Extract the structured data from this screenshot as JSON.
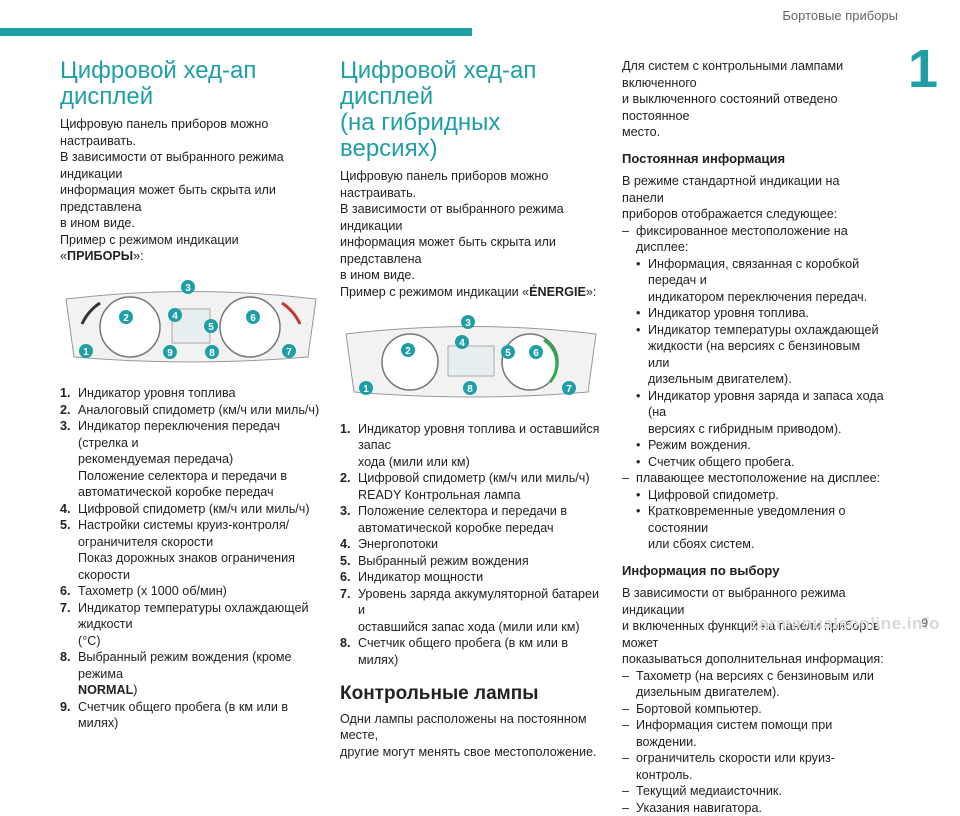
{
  "header": {
    "section_title": "Бортовые приборы",
    "chapter_number": "1",
    "page_number": "9"
  },
  "col1": {
    "title": "Цифровой хед-ап дисплей",
    "intro": [
      "Цифровую панель приборов можно настраивать.",
      "В зависимости от выбранного режима индикации",
      "информация может быть скрыта или представлена",
      "в ином виде."
    ],
    "example_prefix": "Пример с режимом индикации «",
    "example_mode": "ПРИБОРЫ",
    "example_suffix": "»:",
    "callouts": [
      "1",
      "2",
      "3",
      "4",
      "5",
      "6",
      "7",
      "8",
      "9"
    ],
    "items": [
      {
        "n": "1.",
        "lines": [
          "Индикатор уровня топлива"
        ]
      },
      {
        "n": "2.",
        "lines": [
          "Аналоговый спидометр (км/ч или миль/ч)"
        ]
      },
      {
        "n": "3.",
        "lines": [
          "Индикатор переключения передач (стрелка и",
          "рекомендуемая передача)",
          "Положение селектора и передачи в",
          "автоматической коробке передач"
        ]
      },
      {
        "n": "4.",
        "lines": [
          "Цифровой спидометр (км/ч или миль/ч)"
        ]
      },
      {
        "n": "5.",
        "lines": [
          "Настройки системы круиз-контроля/",
          "ограничителя скорости",
          "Показ дорожных знаков ограничения скорости"
        ]
      },
      {
        "n": "6.",
        "lines": [
          "Тахометр (x 1000 об/мин)"
        ]
      },
      {
        "n": "7.",
        "lines": [
          "Индикатор температуры охлаждающей жидкости",
          "(°C)"
        ]
      },
      {
        "n": "8.",
        "lines": [
          "Выбранный режим вождения (кроме режима"
        ]
      },
      {
        "n": "9.",
        "lines": [
          "Счетчик общего пробега (в км или в милях)"
        ]
      }
    ],
    "item8_bold": "NORMAL",
    "item8_tail": ")"
  },
  "col2": {
    "title_line1": "Цифровой хед-ап дисплей",
    "title_line2": "(на гибридных версиях)",
    "intro": [
      "Цифровую панель приборов можно настраивать.",
      "В зависимости от выбранного режима индикации",
      "информация может быть скрыта или представлена",
      "в ином виде."
    ],
    "example_prefix": "Пример с режимом индикации «",
    "example_mode": "ÉNERGIE",
    "example_suffix": "»:",
    "callouts": [
      "1",
      "2",
      "3",
      "4",
      "5",
      "6",
      "7",
      "8"
    ],
    "items": [
      {
        "n": "1.",
        "lines": [
          "Индикатор уровня топлива и оставшийся запас",
          "хода (мили или км)"
        ]
      },
      {
        "n": "2.",
        "lines": [
          "Цифровой спидометр (км/ч или миль/ч)",
          "READY Контрольная лампа"
        ]
      },
      {
        "n": "3.",
        "lines": [
          "Положение селектора и передачи в",
          "автоматической коробке передач"
        ]
      },
      {
        "n": "4.",
        "lines": [
          "Энергопотоки"
        ]
      },
      {
        "n": "5.",
        "lines": [
          "Выбранный режим вождения"
        ]
      },
      {
        "n": "6.",
        "lines": [
          "Индикатор мощности"
        ]
      },
      {
        "n": "7.",
        "lines": [
          "Уровень заряда аккумуляторной батареи и",
          "оставшийся запас хода (мили или км)"
        ]
      },
      {
        "n": "8.",
        "lines": [
          "Счетчик общего пробега (в км или в милях)"
        ]
      }
    ],
    "lamps_title": "Контрольные лампы",
    "lamps_text": [
      "Одни лампы расположены на постоянном месте,",
      "другие могут менять свое местоположение."
    ]
  },
  "col3": {
    "intro": [
      "Для систем с контрольными лампами включенного",
      "и выключенного состояний отведено постоянное",
      "место."
    ],
    "std_title": "Постоянная информация",
    "std_intro": [
      "В режиме стандартной индикации на панели",
      "приборов отображается следующее:"
    ],
    "fixed_dash": "фиксированное местоположение на дисплее:",
    "fixed_bullets": [
      [
        "Информация, связанная с коробкой передач и",
        "индикатором переключения передач."
      ],
      [
        "Индикатор уровня топлива."
      ],
      [
        "Индикатор температуры охлаждающей",
        "жидкости (на версиях с бензиновым или",
        "дизельным двигателем)."
      ],
      [
        "Индикатор уровня заряда и запаса хода (на",
        "версиях с гибридным приводом)."
      ],
      [
        "Режим вождения."
      ],
      [
        "Счетчик общего пробега."
      ]
    ],
    "float_dash": "плавающее местоположение на дисплее:",
    "float_bullets": [
      [
        "Цифровой спидометр."
      ],
      [
        "Кратковременные уведомления о состоянии",
        "или сбоях систем."
      ]
    ],
    "sel_title": "Информация по выбору",
    "sel_intro": [
      "В зависимости от выбранного режима индикации",
      "и включенных функций на панели приборов может",
      "показываться дополнительная информация:"
    ],
    "sel_dashes": [
      [
        "Тахометр (на версиях с бензиновым или",
        "дизельным двигателем)."
      ],
      [
        "Бортовой компьютер."
      ],
      [
        "Информация систем помощи при вождении."
      ],
      [
        "ограничитель скорости или круиз-контроль."
      ],
      [
        "Текущий медиаисточник."
      ],
      [
        "Указания навигатора."
      ]
    ]
  },
  "watermark": "carmanualsonline.info"
}
